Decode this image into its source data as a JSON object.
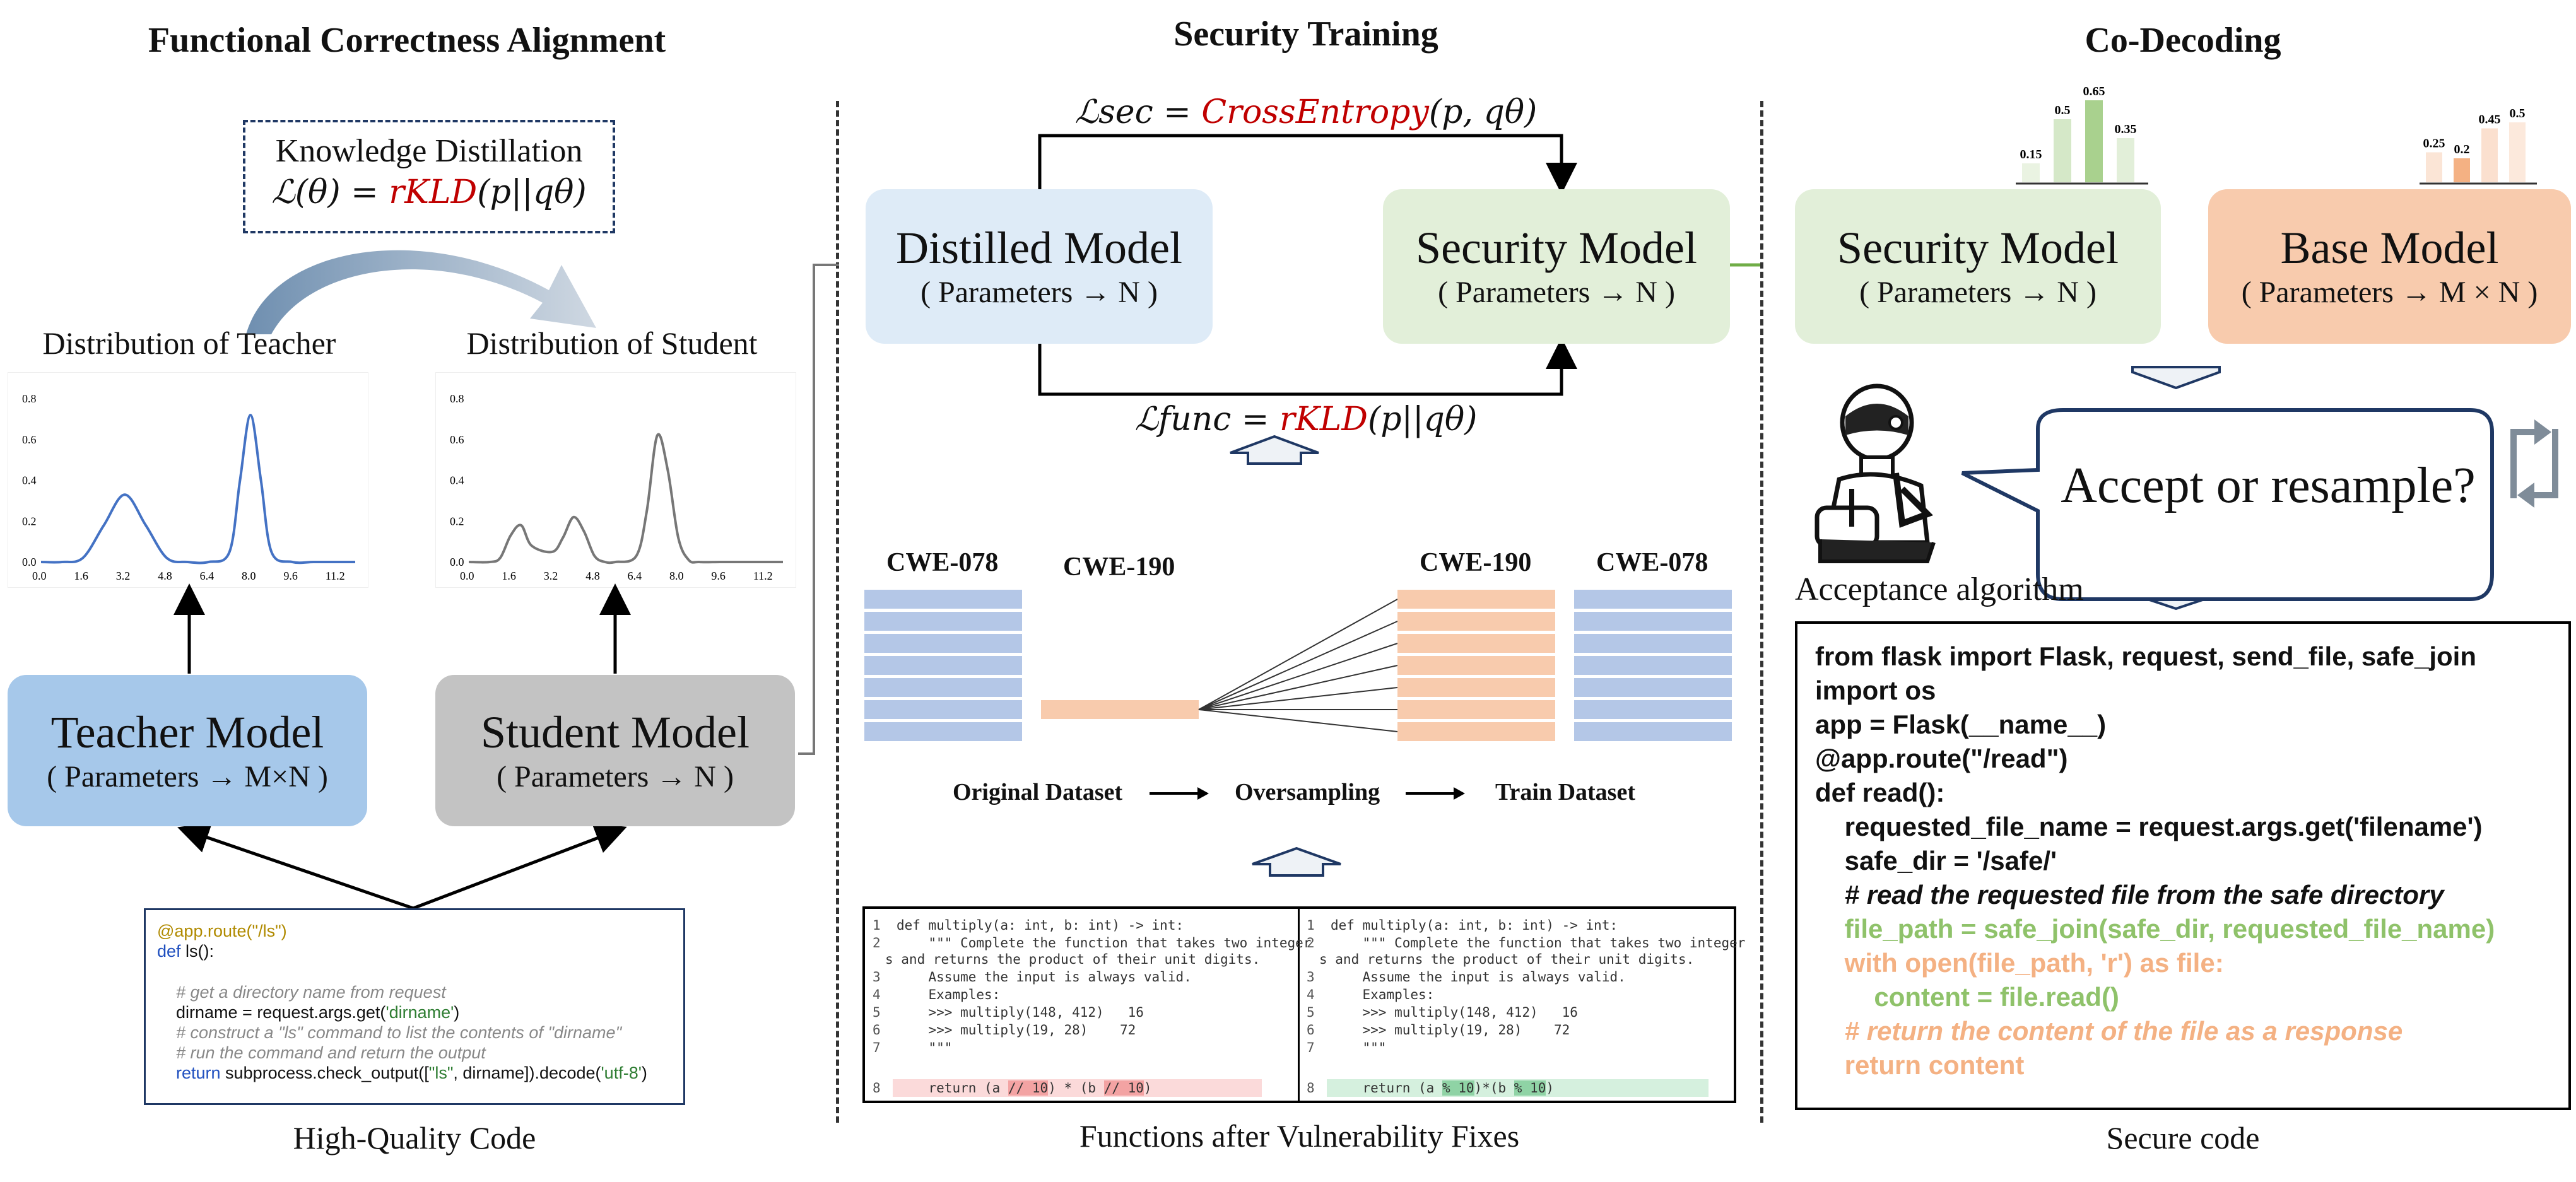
{
  "titles": {
    "left": "Functional Correctness Alignment",
    "middle": "Security Training",
    "right": "Co-Decoding"
  },
  "kd": {
    "title": "Knowledge Distillation",
    "formula_prefix": "ℒ(θ) = ",
    "formula_red": "rKLD",
    "formula_suffix": "(p||qθ)"
  },
  "dist_labels": {
    "teacher": "Distribution of Teacher",
    "student": "Distribution of Student"
  },
  "chart_data": [
    {
      "type": "line",
      "series": [
        {
          "x": [
            0.0,
            0.8,
            1.6,
            2.4,
            3.2,
            4.0,
            4.8,
            5.6,
            6.4,
            7.2,
            7.6,
            8.0,
            8.4,
            8.8,
            9.6,
            10.4,
            11.2,
            12.0
          ],
          "values": [
            0.0,
            0.0,
            0.02,
            0.18,
            0.33,
            0.18,
            0.02,
            0.0,
            0.0,
            0.05,
            0.4,
            0.72,
            0.4,
            0.05,
            0.0,
            0.0,
            0.0,
            0.0
          ]
        }
      ],
      "xticks": [
        "0.0",
        "1.6",
        "3.2",
        "4.8",
        "6.4",
        "8.0",
        "9.6",
        "11.2"
      ],
      "yticks": [
        "0.0",
        "0.2",
        "0.4",
        "0.6",
        "0.8"
      ],
      "ylim": [
        0,
        0.85
      ],
      "xlim": [
        0,
        12.0
      ],
      "color": "#4472c4"
    },
    {
      "type": "line",
      "series": [
        {
          "x": [
            0.0,
            0.8,
            1.2,
            1.6,
            2.0,
            2.4,
            3.2,
            3.6,
            4.0,
            4.4,
            4.8,
            5.2,
            5.6,
            6.4,
            6.8,
            7.2,
            7.6,
            8.0,
            8.4,
            8.8,
            9.6,
            10.4,
            11.2,
            12.0
          ],
          "values": [
            0.0,
            0.0,
            0.02,
            0.13,
            0.18,
            0.08,
            0.05,
            0.12,
            0.22,
            0.15,
            0.03,
            0.0,
            0.0,
            0.03,
            0.25,
            0.62,
            0.45,
            0.12,
            0.01,
            0.0,
            0.0,
            0.0,
            0.0,
            0.0
          ]
        }
      ],
      "xticks": [
        "0.0",
        "1.6",
        "3.2",
        "4.8",
        "6.4",
        "8.0",
        "9.6",
        "11.2"
      ],
      "yticks": [
        "0.0",
        "0.2",
        "0.4",
        "0.6",
        "0.8"
      ],
      "ylim": [
        0,
        0.85
      ],
      "xlim": [
        0,
        12.0
      ],
      "color": "#777777"
    },
    {
      "type": "bar",
      "values": [
        0.15,
        0.5,
        0.65,
        0.35
      ],
      "labels": [
        "0.15",
        "0.5",
        "0.65",
        "0.35"
      ],
      "colors": [
        "#eaf3e2",
        "#d5e8c8",
        "#a9d18e",
        "#e2efd9"
      ]
    },
    {
      "type": "bar",
      "values": [
        0.25,
        0.2,
        0.45,
        0.5
      ],
      "labels": [
        "0.25",
        "0.2",
        "0.45",
        "0.5"
      ],
      "colors": [
        "#fbe5d6",
        "#f4b183",
        "#fbe0cf",
        "#fce9dc"
      ]
    }
  ],
  "models": {
    "teacher": {
      "name": "Teacher Model",
      "params": "( Parameters → M×N )"
    },
    "student": {
      "name": "Student Model",
      "params": "( Parameters → N )"
    },
    "distilled": {
      "name": "Distilled Model",
      "params": "( Parameters → N )"
    },
    "security_mid": {
      "name": "Security Model",
      "params": "( Parameters → N )"
    },
    "security_right": {
      "name": "Security Model",
      "params": "( Parameters → N )"
    },
    "base": {
      "name": "Base Model",
      "params": "( Parameters → M × N )"
    }
  },
  "loss_sec": {
    "prefix": "ℒsec = ",
    "red": "CrossEntropy",
    "suffix": "(p, qθ)"
  },
  "loss_func": {
    "prefix": "ℒfunc = ",
    "red": "rKLD",
    "suffix": "(p||qθ)"
  },
  "cwe": {
    "a": "CWE-078",
    "b": "CWE-190",
    "c": "CWE-190",
    "d": "CWE-078"
  },
  "flow": {
    "original": "Original Dataset",
    "oversampling": "Oversampling",
    "train": "Train Dataset"
  },
  "hq_code": {
    "decorator": "@app.route(\"/ls\")",
    "def_kw": "def ",
    "def_rest": "ls():",
    "c1": "# get a directory name from request",
    "l2a": "dirname = request.args.get(",
    "l2b": "'dirname'",
    "l2c": ")",
    "c2": "# construct a \"ls\" command to list the contents of \"dirname\"",
    "c3": "# run the command and return the output",
    "ret_kw": "return ",
    "ret_a": "subprocess.check_output([",
    "ret_b": "\"ls\"",
    "ret_c": ", dirname]).decode(",
    "ret_d": "'utf-8'",
    "ret_e": ")"
  },
  "captions": {
    "hq": "High-Quality Code",
    "fixes": "Functions after Vulnerability Fixes",
    "secure": "Secure code",
    "acceptance": "Acceptance algorithm"
  },
  "bubble": "Accept or resample?",
  "fix_code": {
    "l1": "def multiply(a: int, b: int) -> int:",
    "l2": "    \"\"\" Complete the function that takes two integer",
    "l2b": "s and returns the product of their unit digits.",
    "l3": "    Assume the input is always valid.",
    "l4": "    Examples:",
    "l5": "    >>> multiply(148, 412)   16",
    "l6": "    >>> multiply(19, 28)    72",
    "l7": "    \"\"\"",
    "l8a_left": "    return (a ",
    "l8b_left": "// 10",
    "l8c_left": ") * (b ",
    "l8d_left": "// 10",
    "l8e_left": ")",
    "l8a_right": "    return (a ",
    "l8b_right": "% 10",
    "l8c_right": ")*(b ",
    "l8d_right": "% 10",
    "l8e_right": ")",
    "nums": [
      "1",
      "2",
      "3",
      "4",
      "5",
      "6",
      "7",
      "8"
    ]
  },
  "secure_code": {
    "l1": "from flask import Flask, request, send_file, safe_join",
    "l2": "import os",
    "l3": "app = Flask(__name__)",
    "l4": "@app.route(\"/read\")",
    "l5": "def read():",
    "l6": "    requested_file_name = request.args.get('filename')",
    "l7": "    safe_dir = '/safe/'",
    "l8": "    # read the requested file from the safe directory",
    "l9": "    file_path = safe_join(safe_dir, requested_file_name)",
    "l10": "    with open(file_path, 'r') as file:",
    "l11": "        content = file.read()",
    "l12": "    # return the content of the file as a response",
    "l13": "    return content"
  },
  "colors": {
    "blue_box": "#a6c8ea",
    "grey_box": "#c3c3c3",
    "light_blue_box": "#deebf7",
    "green_box": "#e2efd9",
    "orange_box": "#f8cbad",
    "red": "#c00000",
    "code_green": "#8fc26a",
    "code_orange": "#f4b183"
  }
}
